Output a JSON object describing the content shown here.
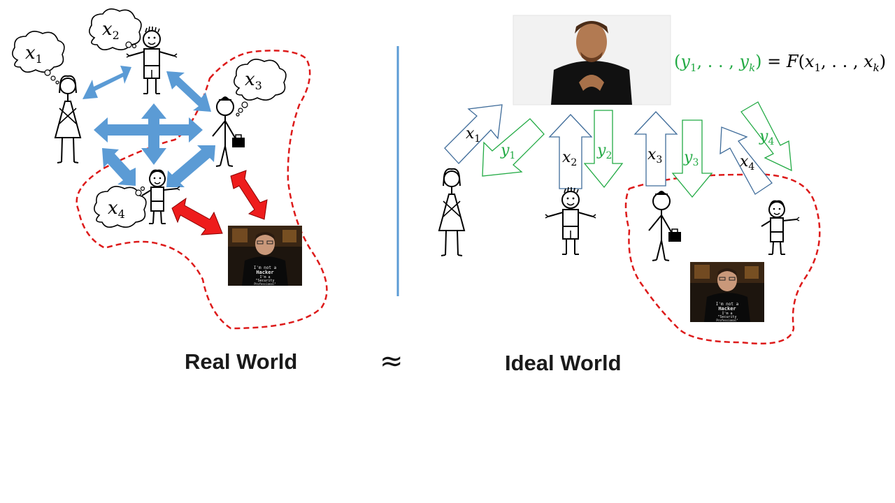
{
  "slide": {
    "left_caption": "Real World",
    "right_caption": "Ideal World",
    "approx_symbol": "≈"
  },
  "real_world": {
    "thought_labels": [
      {
        "var": "x",
        "sub": "1"
      },
      {
        "var": "x",
        "sub": "2"
      },
      {
        "var": "x",
        "sub": "3"
      },
      {
        "var": "x",
        "sub": "4"
      }
    ],
    "photo_shirt_text": [
      "I'm not a",
      "Hacker",
      "I'm a",
      "\"Security",
      "Professional\""
    ]
  },
  "ideal_world": {
    "formula": {
      "lhs_open": "(",
      "lhs_y1": "y",
      "lhs_sub1": "1",
      "lhs_mid": ", . . , ",
      "lhs_yk": "y",
      "lhs_subk": "k",
      "lhs_close": ")",
      "eq": " = ",
      "F": "F",
      "rhs_open": "(",
      "rhs_x1": "x",
      "rhs_sub1": "1",
      "rhs_mid": ", . . , ",
      "rhs_xk": "x",
      "rhs_subk": "k",
      "rhs_close": ")"
    },
    "inputs": [
      {
        "var": "x",
        "sub": "1"
      },
      {
        "var": "x",
        "sub": "2"
      },
      {
        "var": "x",
        "sub": "3"
      },
      {
        "var": "x",
        "sub": "4"
      }
    ],
    "outputs": [
      {
        "var": "y",
        "sub": "1"
      },
      {
        "var": "y",
        "sub": "2"
      },
      {
        "var": "y",
        "sub": "3"
      },
      {
        "var": "y",
        "sub": "4"
      }
    ],
    "photo_shirt_text": [
      "I'm not a",
      "Hacker",
      "I'm a",
      "\"Security",
      "Professional\""
    ]
  },
  "colors": {
    "blue_arrow": "#5b9bd5",
    "red_arrow": "#ee1c1c",
    "dashed_outline": "#dd1a1a",
    "output_green": "#22aa44",
    "input_outline": "#3f6c9a",
    "divider": "#5b9bd5"
  }
}
